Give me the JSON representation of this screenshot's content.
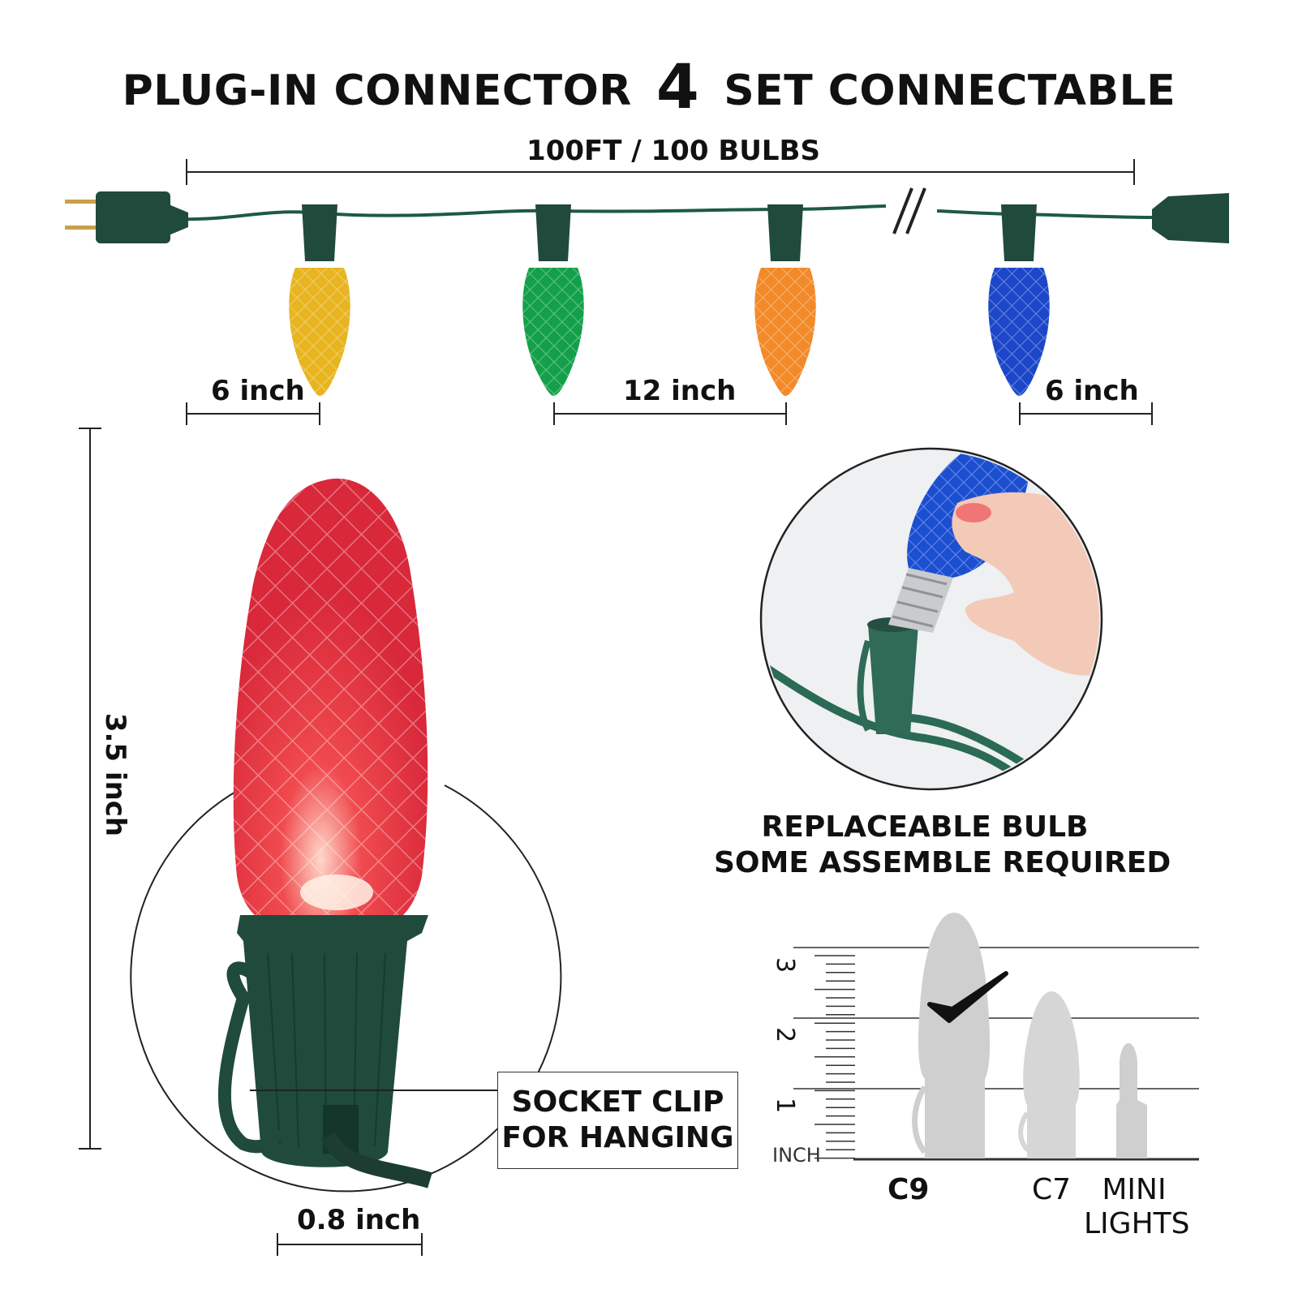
{
  "header": {
    "left": "PLUG-IN CONNECTOR",
    "count": "4",
    "right": "SET CONNECTABLE"
  },
  "string_length": "100FT / 100 BULBS",
  "spacing": {
    "start": "6 inch",
    "between": "12 inch",
    "end": "6 inch"
  },
  "bulb_colors": [
    "#e8b520",
    "#14a04a",
    "#f28a2a",
    "#1d47c9"
  ],
  "bulb_height": "3.5 inch",
  "base_width": "0.8 inch",
  "socket_clip": {
    "line1": "SOCKET CLIP",
    "line2": "FOR HANGING"
  },
  "replaceable": {
    "line1": "REPLACEABLE BULB",
    "line2": "SOME ASSEMBLE REQUIRED"
  },
  "size_chart": {
    "unit": "INCH",
    "ticks": [
      "1",
      "2",
      "3"
    ],
    "sizes": [
      {
        "name": "C9",
        "selected": true
      },
      {
        "name": "C7",
        "selected": false
      },
      {
        "name": "MINI\nLIGHTS",
        "line1": "MINI",
        "line2": "LIGHTS",
        "selected": false
      }
    ]
  },
  "colors": {
    "wire": "#1d5a45",
    "socket": "#1f4a3c",
    "red_bulb": "#e8323a"
  }
}
